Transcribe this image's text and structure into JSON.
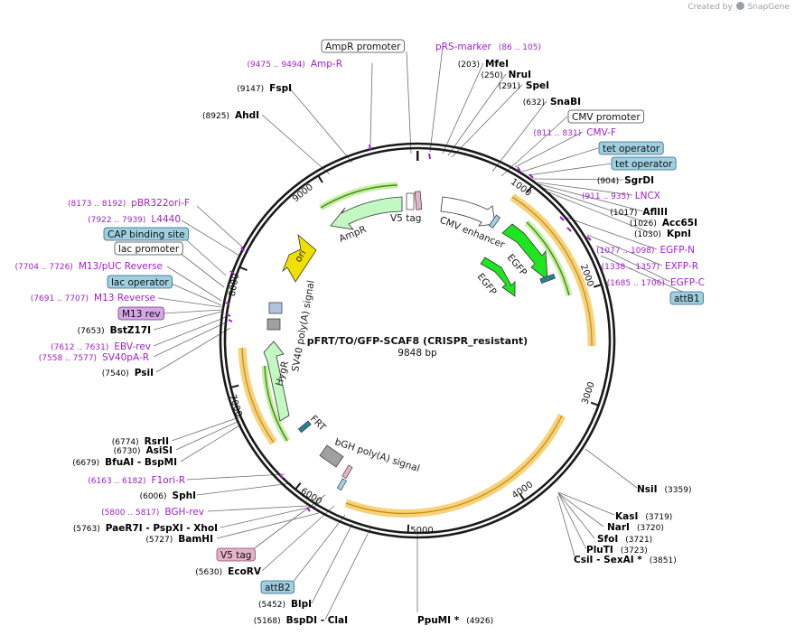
{
  "credit": {
    "prefix": "Created by",
    "brand": "SnapGene"
  },
  "plasmid": {
    "name": "pFRT/TO/GFP-SCAF8 (CRISPR_resistant)",
    "size_label": "9848 bp"
  },
  "ticks": [
    "1000",
    "2000",
    "3000",
    "4000",
    "5000",
    "6000",
    "7000",
    "8000",
    "9000"
  ],
  "colors": {
    "primer": "#a020c8",
    "site": "#000000",
    "feature_blue_fill": "#9fcfe0",
    "feature_pink_fill": "#e3b2c6",
    "feature_purple_fill": "#d7a6e6",
    "gfp": "#1fe51f",
    "resistance": "#c2f8c2",
    "ori": "#f0e000",
    "orange": "#f0a020"
  },
  "labels": [
    {
      "id": "amp-promoter",
      "type": "box",
      "style": "white",
      "text": "AmpR promoter"
    },
    {
      "id": "prs-marker",
      "type": "primer",
      "text": "pRS-marker",
      "range": "(86 .. 105)"
    },
    {
      "id": "amp-r-primer",
      "type": "primer",
      "text": "Amp-R",
      "range": "(9475 .. 9494)"
    },
    {
      "id": "mfei",
      "type": "site",
      "text": "MfeI",
      "pos": "(203)"
    },
    {
      "id": "nrui",
      "type": "site",
      "text": "NruI",
      "pos": "(250)"
    },
    {
      "id": "spei",
      "type": "site",
      "text": "SpeI",
      "pos": "(291)"
    },
    {
      "id": "fspi",
      "type": "site",
      "text": "FspI",
      "pos": "(9147)"
    },
    {
      "id": "snabi",
      "type": "site",
      "text": "SnaBI",
      "pos": "(632)"
    },
    {
      "id": "ahdi",
      "type": "site",
      "text": "AhdI",
      "pos": "(8925)"
    },
    {
      "id": "cmv-promoter",
      "type": "box",
      "style": "white",
      "text": "CMV promoter"
    },
    {
      "id": "cmv-f",
      "type": "primer",
      "text": "CMV-F",
      "range": "(811 .. 831)"
    },
    {
      "id": "tet-operator-1",
      "type": "box",
      "style": "blue",
      "text": "tet operator"
    },
    {
      "id": "tet-operator-2",
      "type": "box",
      "style": "blue",
      "text": "tet operator"
    },
    {
      "id": "sgrdi",
      "type": "site",
      "text": "SgrDI",
      "pos": "(904)"
    },
    {
      "id": "lncx",
      "type": "primer",
      "text": "LNCX",
      "range": "(911 .. 935)"
    },
    {
      "id": "pbr322ori-f",
      "type": "primer",
      "text": "pBR322ori-F",
      "range": "(8173 .. 8192)"
    },
    {
      "id": "afliii",
      "type": "site",
      "text": "AflIII",
      "pos": "(1017)"
    },
    {
      "id": "l4440",
      "type": "primer",
      "text": "L4440",
      "range": "(7922 .. 7939)"
    },
    {
      "id": "acc65i",
      "type": "site",
      "text": "Acc65I",
      "pos": "(1026)"
    },
    {
      "id": "kpni",
      "type": "site",
      "text": "KpnI",
      "pos": "(1030)"
    },
    {
      "id": "cap-binding",
      "type": "box",
      "style": "blue",
      "text": "CAP binding site"
    },
    {
      "id": "egfp-n",
      "type": "primer",
      "text": "EGFP-N",
      "range": "(1077 .. 1098)"
    },
    {
      "id": "lac-promoter",
      "type": "box",
      "style": "white",
      "text": "lac promoter"
    },
    {
      "id": "m13-puc-rev",
      "type": "primer",
      "text": "M13/pUC Reverse",
      "range": "(7704 .. 7726)"
    },
    {
      "id": "exfp-r",
      "type": "primer",
      "text": "EXFP-R",
      "range": "(1338 .. 1357)"
    },
    {
      "id": "lac-operator",
      "type": "box",
      "style": "blue",
      "text": "lac operator"
    },
    {
      "id": "egfp-c",
      "type": "primer",
      "text": "EGFP-C",
      "range": "(1685 .. 1706)"
    },
    {
      "id": "attb1",
      "type": "box",
      "style": "blue",
      "text": "attB1"
    },
    {
      "id": "m13-reverse",
      "type": "primer",
      "text": "M13 Reverse",
      "range": "(7691 .. 7707)"
    },
    {
      "id": "m13-rev",
      "type": "box",
      "style": "purple",
      "text": "M13 rev"
    },
    {
      "id": "bstz17i",
      "type": "site",
      "text": "BstZ17I",
      "pos": "(7653)"
    },
    {
      "id": "ebv-rev",
      "type": "primer",
      "text": "EBV-rev",
      "range": "(7612 .. 7631)"
    },
    {
      "id": "sv40pa-r",
      "type": "primer",
      "text": "SV40pA-R",
      "range": "(7558 .. 7577)"
    },
    {
      "id": "psii",
      "type": "site",
      "text": "PsiI",
      "pos": "(7540)"
    },
    {
      "id": "rsrii",
      "type": "site",
      "text": "RsrII",
      "pos": "(6774)"
    },
    {
      "id": "asisi",
      "type": "site",
      "text": "AsiSI",
      "pos": "(6730)"
    },
    {
      "id": "bfuai",
      "type": "site",
      "text": "BfuAI  - BspMI",
      "pos": "(6679)"
    },
    {
      "id": "nsii",
      "type": "site",
      "text": "NsiI",
      "pos": "(3359)"
    },
    {
      "id": "f1ori-r",
      "type": "primer",
      "text": "F1ori-R",
      "range": "(6163 .. 6182)"
    },
    {
      "id": "sphi",
      "type": "site",
      "text": "SphI",
      "pos": "(6006)"
    },
    {
      "id": "bgh-rev",
      "type": "primer",
      "text": "BGH-rev",
      "range": "(5800 .. 5817)"
    },
    {
      "id": "kasi",
      "type": "site",
      "text": "KasI",
      "pos": "(3719)"
    },
    {
      "id": "nari",
      "type": "site",
      "text": "NarI",
      "pos": "(3720)"
    },
    {
      "id": "paer7i",
      "type": "site",
      "text": "PaeR7I  - PspXI  - XhoI",
      "pos": "(5763)"
    },
    {
      "id": "sfoi",
      "type": "site",
      "text": "SfoI",
      "pos": "(3721)"
    },
    {
      "id": "bamhi",
      "type": "site",
      "text": "BamHI",
      "pos": "(5727)"
    },
    {
      "id": "pluti",
      "type": "site",
      "text": "PluTI",
      "pos": "(3723)"
    },
    {
      "id": "csii",
      "type": "site",
      "text": "CsiI  - SexAI *",
      "pos": "(3851)"
    },
    {
      "id": "v5-tag-box",
      "type": "box",
      "style": "pink",
      "text": "V5 tag"
    },
    {
      "id": "ecorv",
      "type": "site",
      "text": "EcoRV",
      "pos": "(5630)"
    },
    {
      "id": "attb2",
      "type": "box",
      "style": "blue",
      "text": "attB2"
    },
    {
      "id": "blpi",
      "type": "site",
      "text": "BlpI",
      "pos": "(5452)"
    },
    {
      "id": "bspdi",
      "type": "site",
      "text": "BspDI  - ClaI",
      "pos": "(5168)"
    },
    {
      "id": "ppumi",
      "type": "site",
      "text": "PpuMI *",
      "pos": "(4926)"
    }
  ],
  "features": [
    {
      "id": "v5-tag-inner",
      "text": "V5 tag"
    },
    {
      "id": "cmv-enhancer",
      "text": "CMV enhancer"
    },
    {
      "id": "ampr",
      "text": "AmpR"
    },
    {
      "id": "ori",
      "text": "ori"
    },
    {
      "id": "egfp-1",
      "text": "EGFP"
    },
    {
      "id": "egfp-2",
      "text": "EGFP"
    },
    {
      "id": "sv40-polya",
      "text": "SV40 poly(A) signal"
    },
    {
      "id": "hygr",
      "text": "HygR"
    },
    {
      "id": "frt",
      "text": "FRT"
    },
    {
      "id": "bgh-polya",
      "text": "bGH poly(A) signal"
    }
  ]
}
